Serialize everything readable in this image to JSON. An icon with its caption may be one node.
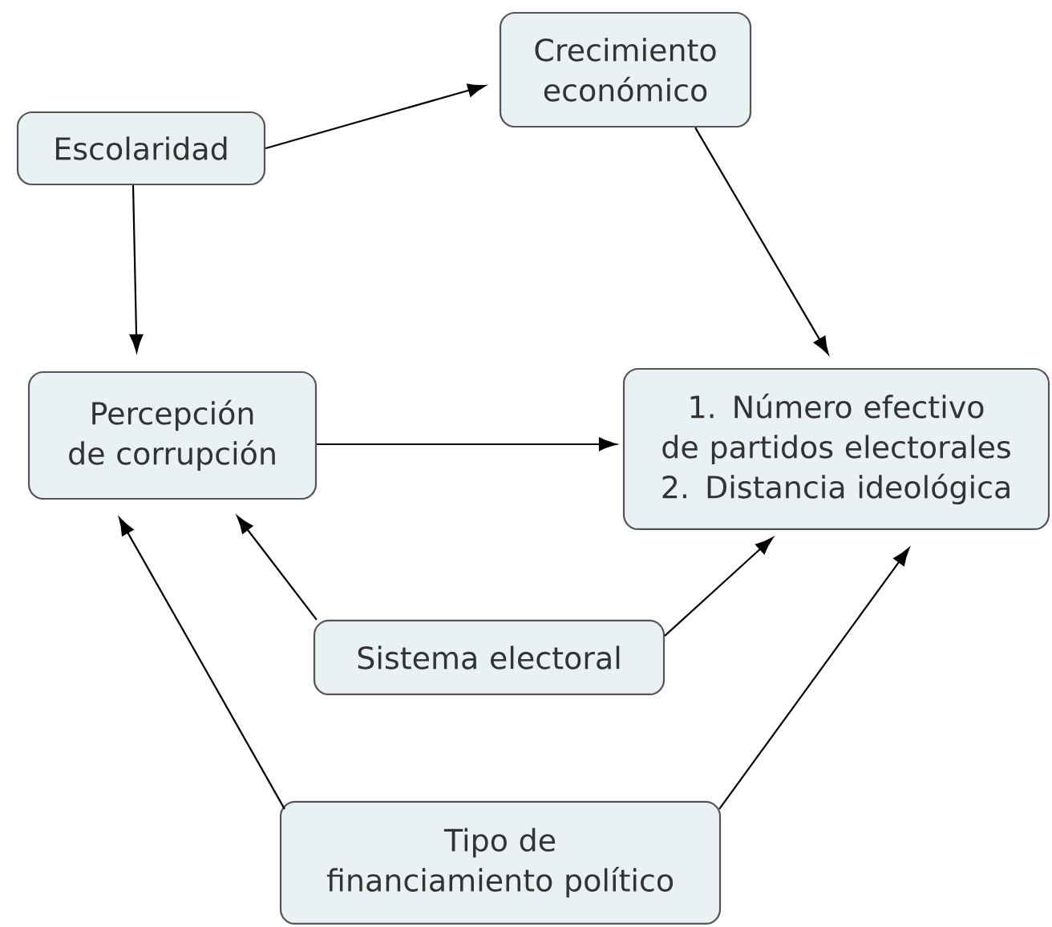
{
  "diagram": {
    "nodes": [
      {
        "text": [
          "Escolaridad"
        ]
      },
      {
        "text": [
          "Crecimiento económico"
        ]
      },
      {
        "text": [
          "Percepción de corrupción"
        ]
      },
      {
        "text": [
          "1. Número efectivo de partidos electorales",
          "2. Distancia ideológica"
        ]
      },
      {
        "text": [
          "Sistema electoral"
        ]
      },
      {
        "text": [
          "Tipo de financiamiento político"
        ]
      }
    ],
    "edges": [
      {
        "from": 0,
        "to": 1,
        "arrow": "to"
      },
      {
        "from": 0,
        "to": 2,
        "arrow": "to"
      },
      {
        "from": 1,
        "to": 3,
        "arrow": "to"
      },
      {
        "from": 2,
        "to": 3,
        "arrow": "to"
      },
      {
        "from": 4,
        "to": 2,
        "arrow": "to"
      },
      {
        "from": 4,
        "to": 3,
        "arrow": "to"
      },
      {
        "from": 5,
        "to": 2,
        "arrow": "to"
      },
      {
        "from": 5,
        "to": 3,
        "arrow": "to"
      }
    ]
  }
}
